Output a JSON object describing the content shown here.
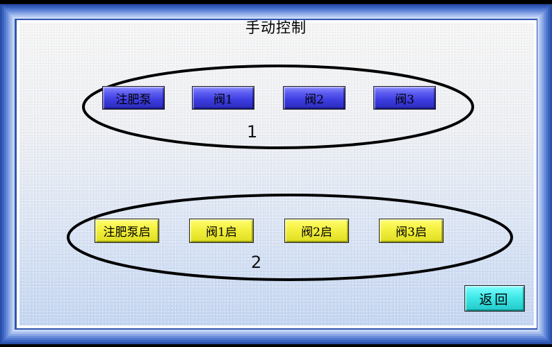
{
  "title": "手动控制",
  "group1": {
    "label": "1",
    "buttons": [
      {
        "label": "注肥泵"
      },
      {
        "label": "阀1"
      },
      {
        "label": "阀2"
      },
      {
        "label": "阀3"
      }
    ]
  },
  "group2": {
    "label": "2",
    "buttons": [
      {
        "label": "注肥泵启"
      },
      {
        "label": "阀1启"
      },
      {
        "label": "阀2启"
      },
      {
        "label": "阀3启"
      }
    ]
  },
  "return_button": {
    "label": "返回"
  },
  "colors": {
    "frame": "#2f55b3",
    "blue_button": "#3c3ce0",
    "yellow_button": "#f4f040",
    "cyan_button": "#40e8e8"
  }
}
